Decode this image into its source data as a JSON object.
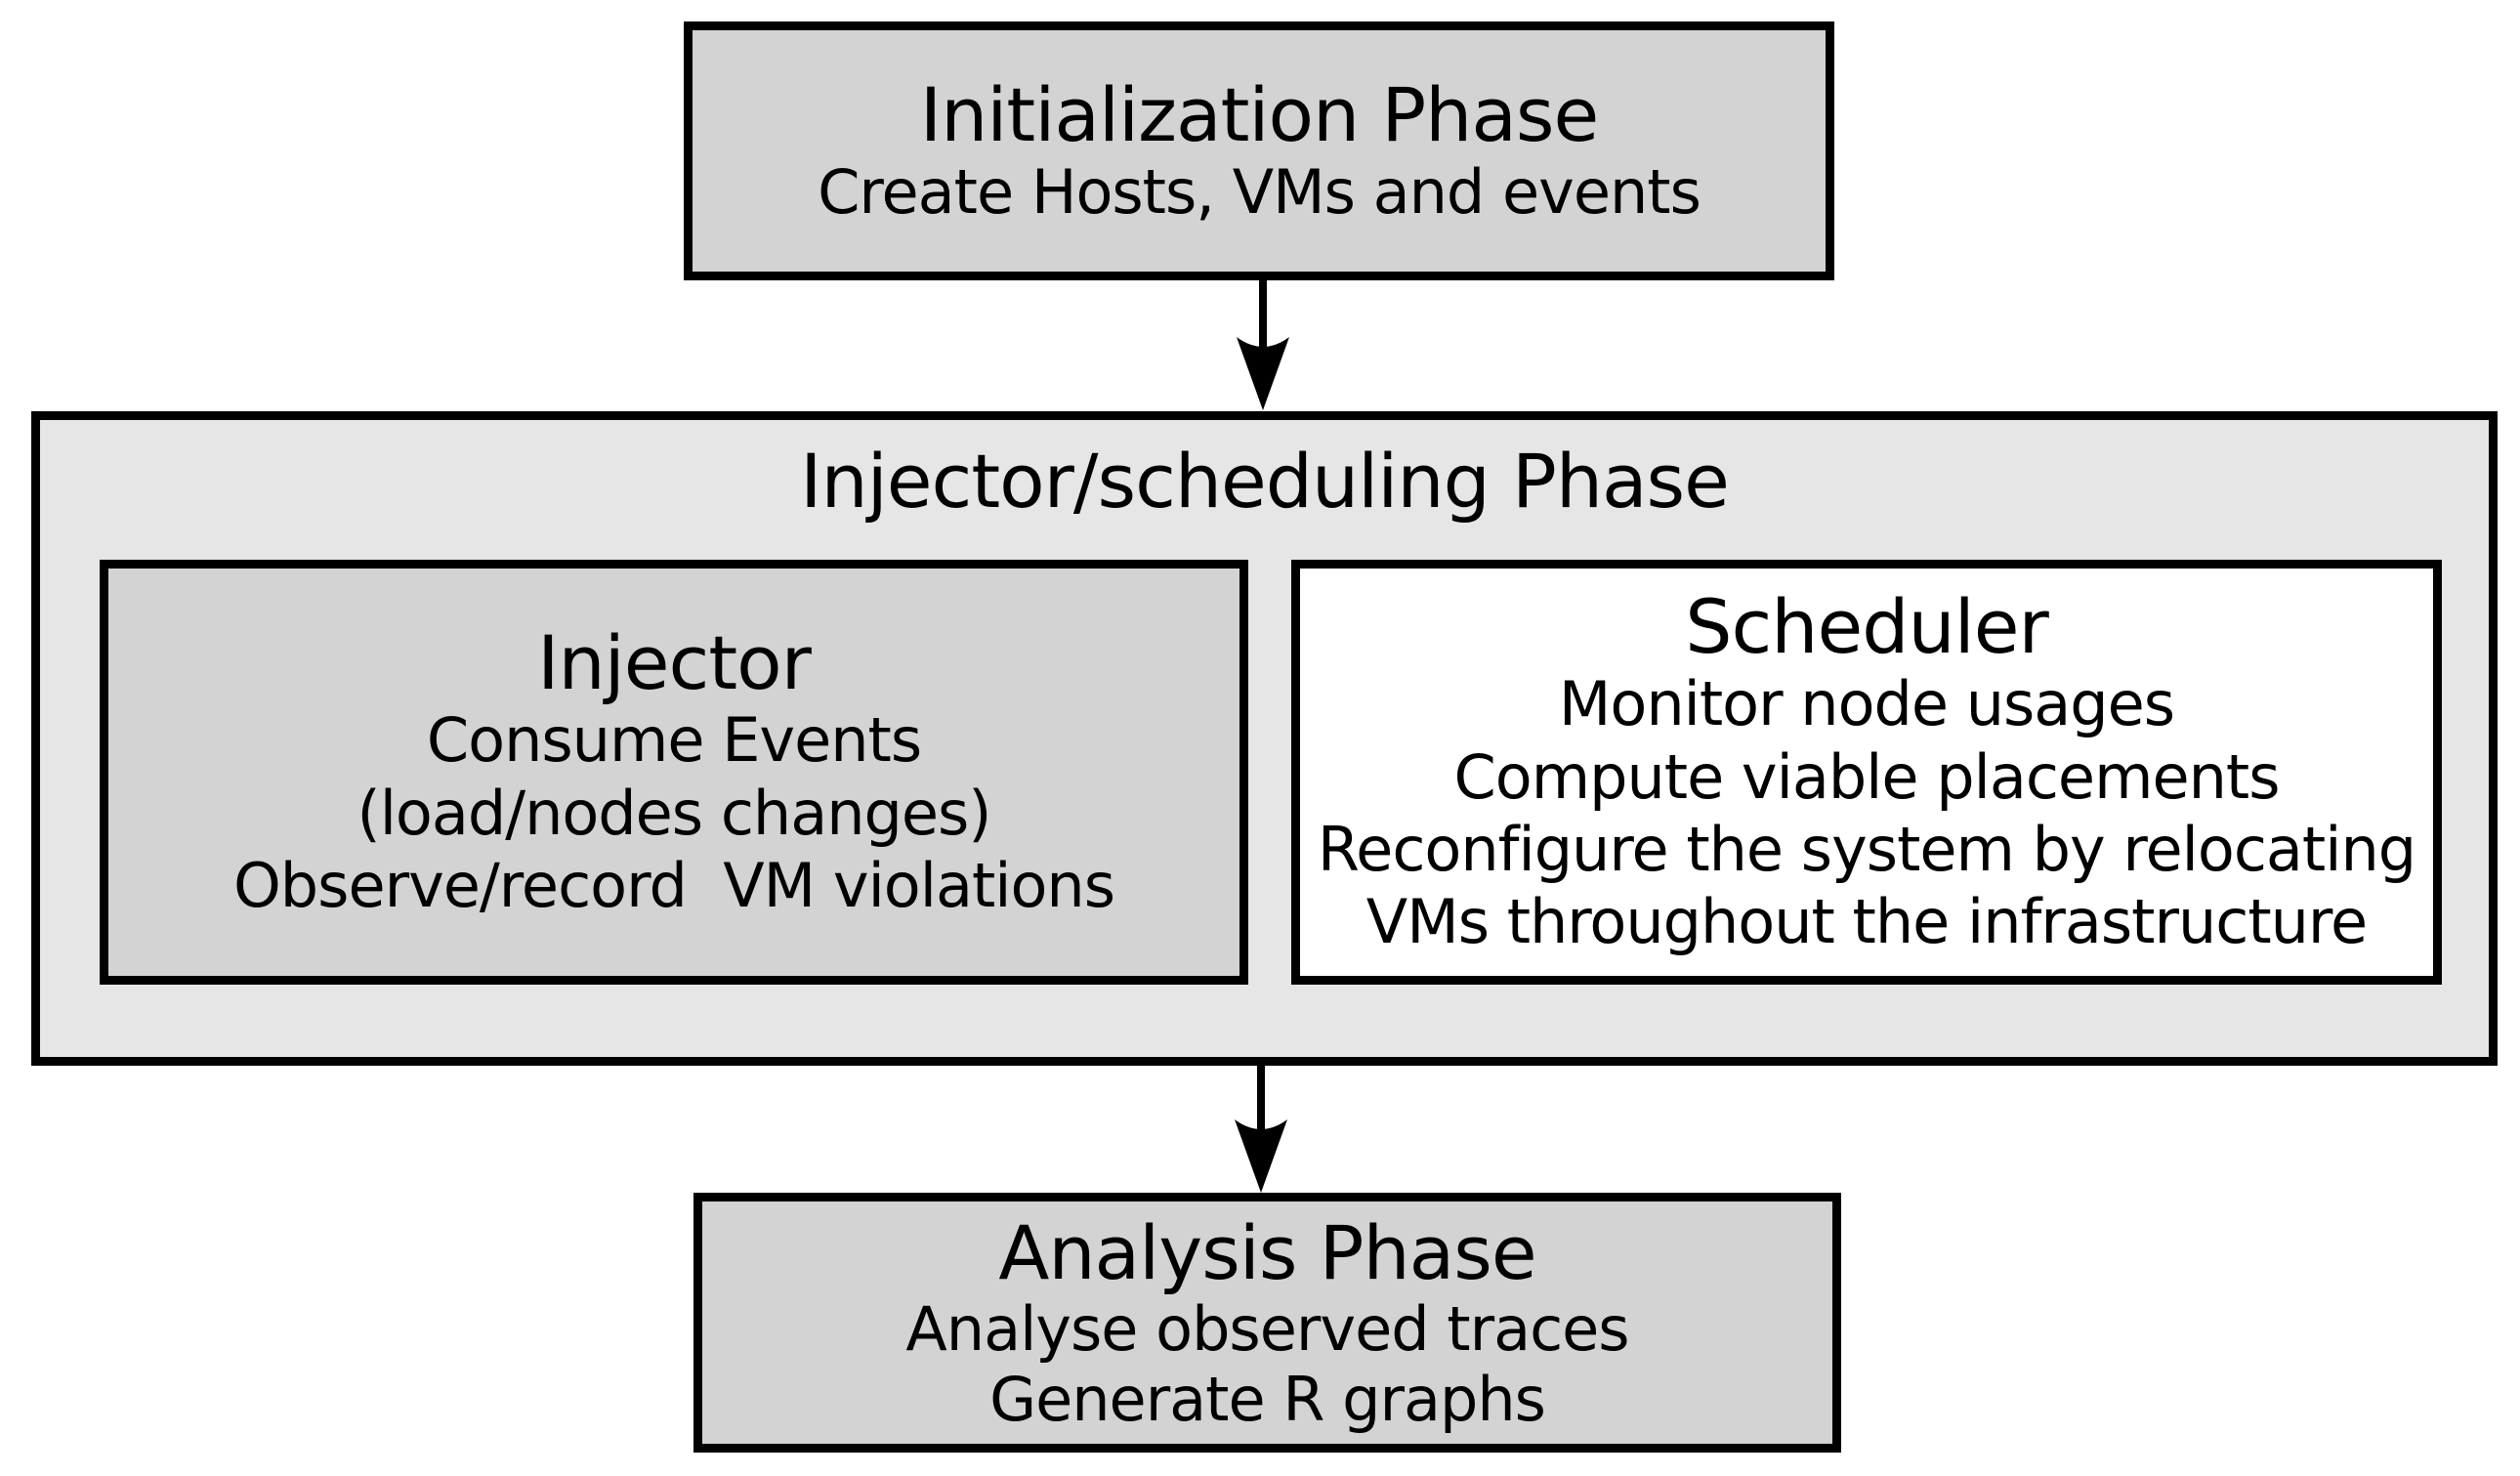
{
  "diagram": {
    "colors": {
      "phase_box_fill": "#d3d3d3",
      "container_fill": "#e6e6e6",
      "scheduler_fill": "#ffffff",
      "border": "#000000",
      "background": "#ffffff"
    },
    "init_phase": {
      "title": "Initialization Phase",
      "line1": "Create Hosts, VMs and events"
    },
    "injector_scheduling_phase": {
      "title": "Injector/scheduling Phase",
      "injector": {
        "title": "Injector",
        "line1": "Consume Events",
        "line2": "(load/nodes changes)",
        "line3": "Observe/record  VM violations"
      },
      "scheduler": {
        "title": "Scheduler",
        "line1": "Monitor node usages",
        "line2": "Compute viable placements",
        "line3": "Reconfigure the system by relocating",
        "line4": "VMs throughout the infrastructure"
      }
    },
    "analysis_phase": {
      "title": "Analysis Phase",
      "line1": "Analyse observed traces",
      "line2": "Generate R graphs"
    }
  }
}
